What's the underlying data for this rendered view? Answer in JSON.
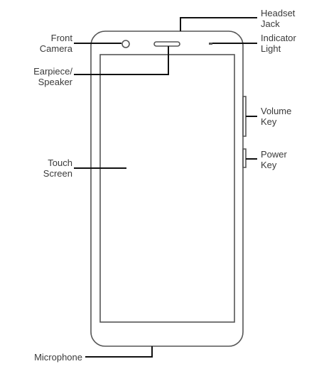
{
  "colors": {
    "outline": "#555555",
    "leader": "#111111",
    "text": "#3a3a3a",
    "background": "#ffffff"
  },
  "labels": {
    "headset_jack": [
      "Headset",
      "Jack"
    ],
    "front_camera": [
      "Front",
      "Camera"
    ],
    "indicator_light": [
      "Indicator",
      "Light"
    ],
    "earpiece_speaker": [
      "Earpiece/",
      "Speaker"
    ],
    "volume_key": [
      "Volume",
      "Key"
    ],
    "touch_screen": [
      "Touch",
      "Screen"
    ],
    "power_key": [
      "Power",
      "Key"
    ],
    "microphone": [
      "Microphone"
    ]
  }
}
